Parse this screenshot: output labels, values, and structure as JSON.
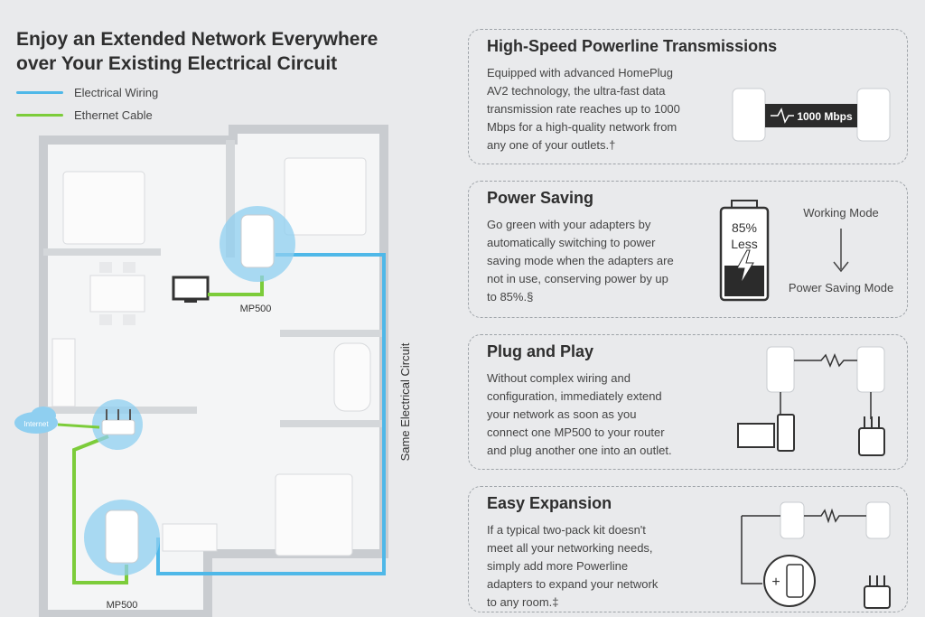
{
  "heading": {
    "line1": "Enjoy an Extended Network Everywhere",
    "line2": "over Your Existing Electrical Circuit"
  },
  "legend": [
    {
      "label": "Electrical Wiring",
      "color": "#4fb8e8"
    },
    {
      "label": "Ethernet Cable",
      "color": "#7ccc3a"
    }
  ],
  "floorplan": {
    "device_top": "MP500",
    "device_bottom": "MP500",
    "cloud_label": "Internet",
    "circuit_label": "Same Electrical Circuit"
  },
  "features": [
    {
      "title": "High-Speed Powerline Transmissions",
      "body": [
        "Equipped with advanced HomePlug",
        "AV2 technology, the ultra-fast data",
        "transmission rate reaches up to 1000",
        "Mbps for a high-quality network from",
        "any one of your outlets.†"
      ],
      "badge": "1000 Mbps"
    },
    {
      "title": "Power Saving",
      "body": [
        "Go green with your adapters by",
        "automatically switching to power",
        "saving mode when the adapters are",
        "not in use, conserving power by up",
        "to 85%.§"
      ],
      "battery_value": "85%",
      "battery_label": "Less",
      "mode_from": "Working Mode",
      "mode_to": "Power Saving Mode"
    },
    {
      "title": "Plug and Play",
      "body": [
        "Without complex wiring and",
        "configuration, immediately extend",
        "your network as soon as you",
        "connect one MP500 to your router",
        "and plug another one into an outlet."
      ]
    },
    {
      "title": "Easy Expansion",
      "body": [
        "If a typical two-pack kit doesn't",
        "meet all your networking needs,",
        "simply add more Powerline",
        "adapters to expand your network",
        "to any room.‡"
      ]
    }
  ]
}
